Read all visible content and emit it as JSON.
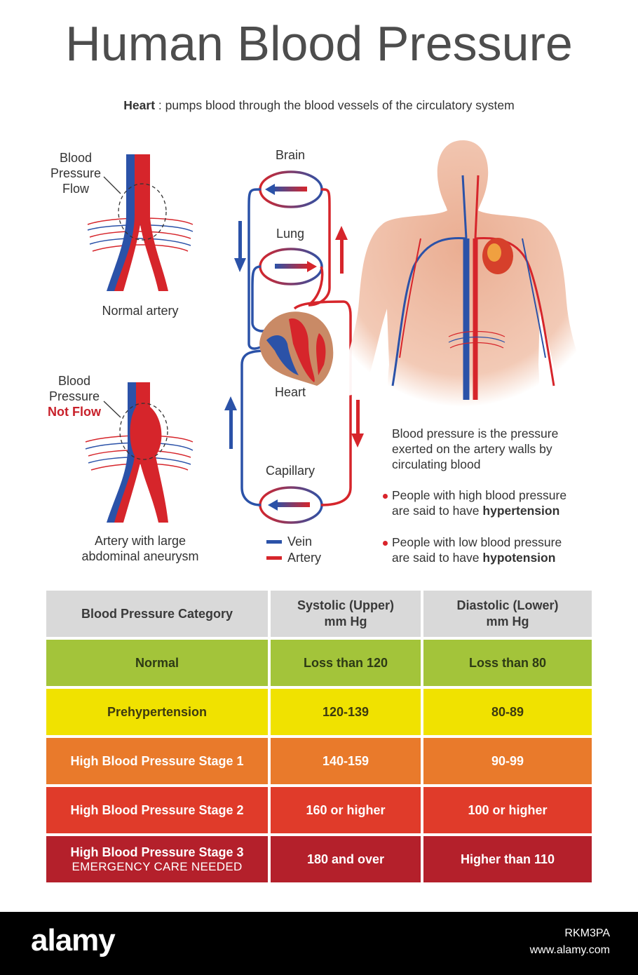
{
  "header": {
    "title": "Human Blood Pressure",
    "subtitle_bold": "Heart",
    "subtitle_rest": " : pumps blood through the blood vessels of the circulatory system"
  },
  "arteries": {
    "normal": {
      "label_1": "Blood",
      "label_2": "Pressure",
      "label_3": "Flow",
      "caption": "Normal artery"
    },
    "aneurysm": {
      "label_1": "Blood",
      "label_2": "Pressure",
      "label_3": "Not Flow",
      "caption_1": "Artery with large",
      "caption_2": "abdominal aneurysm"
    }
  },
  "circulation": {
    "brain": "Brain",
    "lung": "Lung",
    "heart": "Heart",
    "capillary": "Capillary",
    "legend_vein": "Vein",
    "legend_artery": "Artery"
  },
  "info": {
    "definition_1": "Blood pressure is the pressure",
    "definition_2": "exerted on the artery walls by",
    "definition_3": "circulating blood",
    "high_1": "People with high blood pressure",
    "high_2_pre": "are said to have ",
    "high_2_bold": "hypertension",
    "low_1": "People with low blood pressure",
    "low_2_pre": "are said to have ",
    "low_2_bold": "hypotension"
  },
  "table": {
    "headers": [
      "Blood Pressure Category",
      "Systolic (Upper)",
      "mm Hg",
      "Diastolic (Lower)",
      "mm Hg"
    ],
    "rows": [
      [
        "Normal",
        "Loss than 120",
        "Loss than 80"
      ],
      [
        "Prehypertension",
        "120-139",
        "80-89"
      ],
      [
        "High Blood Pressure Stage 1",
        "140-159",
        "90-99"
      ],
      [
        "High Blood Pressure Stage 2",
        "160 or higher",
        "100 or higher"
      ],
      [
        "High Blood Pressure Stage 3",
        "180 and over",
        "Higher than 110"
      ]
    ],
    "stage3_note": "EMERGENCY CARE NEEDED"
  },
  "footer": {
    "logo": "alamy",
    "image_id": "RKM3PA",
    "url": "www.alamy.com"
  },
  "colors": {
    "vein": "#2b52a8",
    "artery": "#d6252b"
  }
}
